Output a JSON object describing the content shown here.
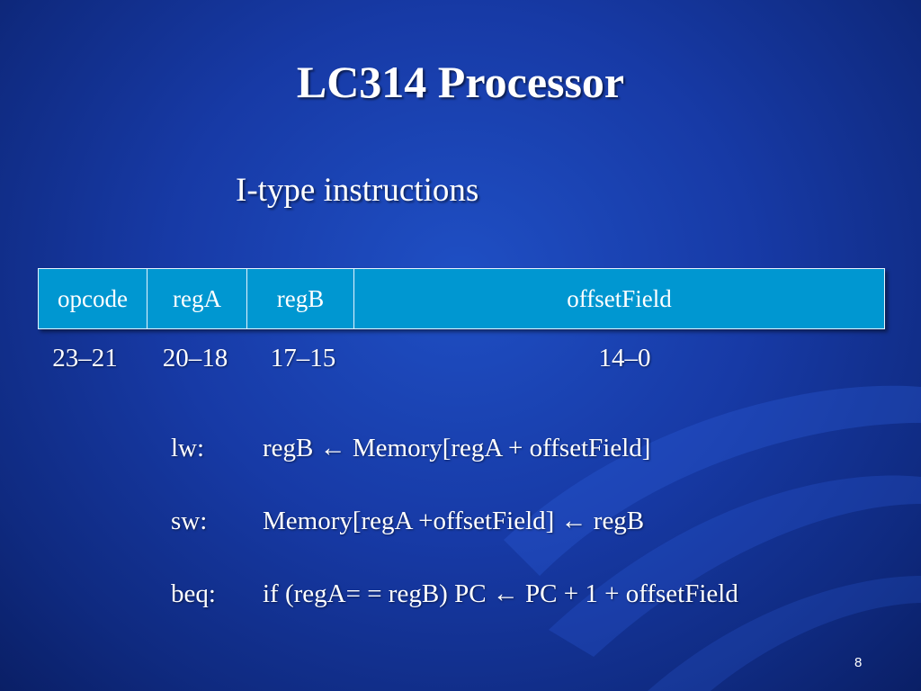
{
  "slide": {
    "title": "LC314 Processor",
    "subtitle": "I-type instructions",
    "page_number": "8"
  },
  "format": {
    "fields": [
      "opcode",
      "regA",
      "regB",
      "offsetField"
    ],
    "bit_ranges": [
      "23–21",
      "20–18",
      "17–15",
      "14–0"
    ]
  },
  "instructions": [
    {
      "mnemonic": "lw:",
      "description": "regB ← Memory[regA + offsetField]"
    },
    {
      "mnemonic": "sw:",
      "description": "Memory[regA +offsetField] ← regB"
    },
    {
      "mnemonic": "beq:",
      "description": "if (regA= = regB) PC ← PC + 1 + offsetField"
    }
  ],
  "colors": {
    "background": "#173aa6",
    "field_fill": "#0097d1",
    "text": "#ffffff"
  }
}
